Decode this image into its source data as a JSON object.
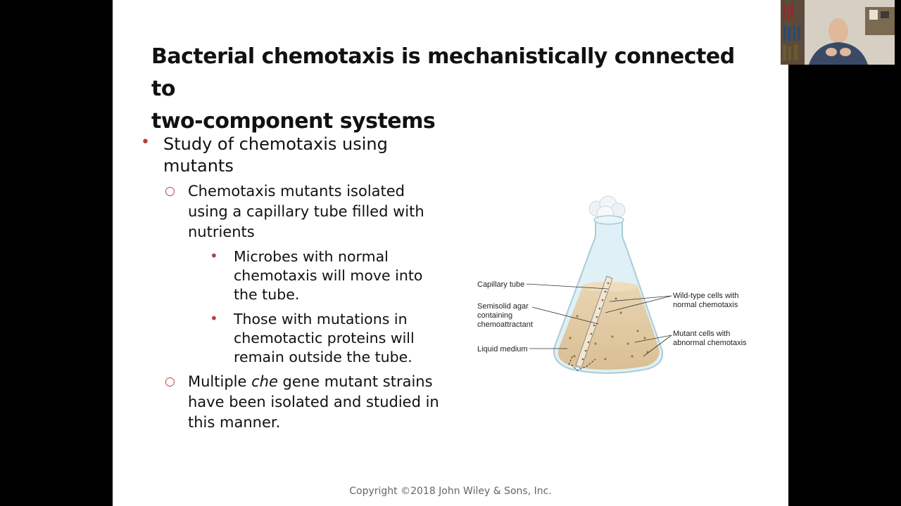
{
  "slide": {
    "title_lines": [
      "Bacterial chemotaxis is mechanistically connected to",
      "two-component systems"
    ],
    "bullet1": {
      "lines": [
        "Study of chemotaxis using",
        "mutants"
      ]
    },
    "sub1": {
      "lines": [
        "Chemotaxis mutants isolated",
        "using a capillary tube filled with",
        "nutrients"
      ]
    },
    "sub1_a": {
      "lines": [
        "Microbes with normal",
        "chemotaxis will move into",
        "the tube."
      ]
    },
    "sub1_b": {
      "lines": [
        "Those with mutations in",
        "chemotactic proteins will",
        "remain outside the tube."
      ]
    },
    "sub2": {
      "line1_pre": "Multiple ",
      "line1_italic": "che",
      "line1_post": " gene mutant strains",
      "line2": "have been isolated and studied in",
      "line3": "this manner."
    },
    "copyright": "Copyright ©2018 John Wiley & Sons, Inc."
  },
  "figure": {
    "labels_left": [
      "Capillary tube",
      "Semisolid agar",
      "containing",
      "chemoattractant",
      "Liquid medium"
    ],
    "labels_right": [
      "Wild-type cells with",
      "normal chemotaxis",
      "Mutant cells with",
      "abnormal chemotaxis"
    ]
  },
  "colors": {
    "bullet_accent": "#b3413f",
    "background": "#000000",
    "slide": "#ffffff"
  }
}
